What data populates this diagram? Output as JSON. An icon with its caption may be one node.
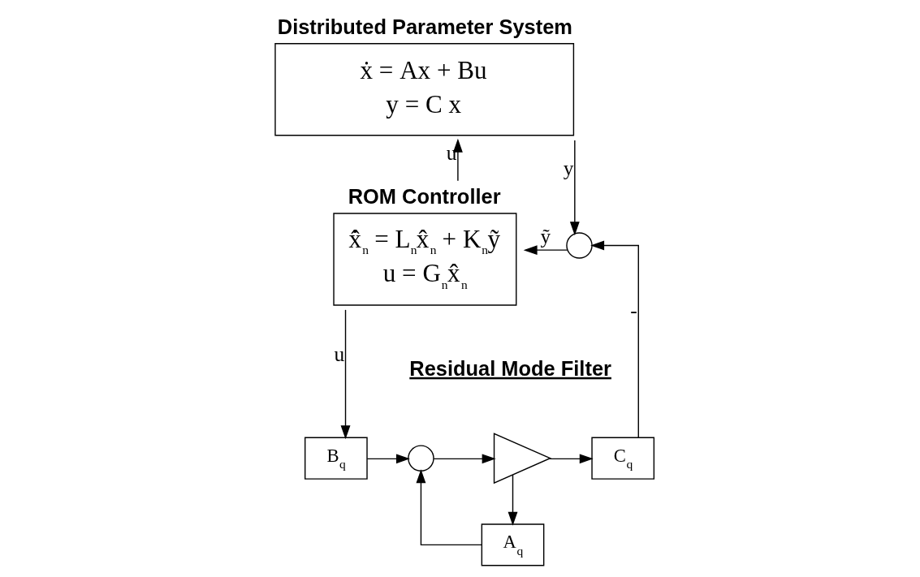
{
  "diagram": {
    "nodes": [
      {
        "text": [
          "Distributed Parameter System",
          "ẋ = Ax + Bu",
          "y = C x"
        ]
      },
      {
        "text": [
          "ROM Controller",
          "x̂̇$_{n}$ = L$_{n}$x̂$_{n}$ + K$_{n}$ỹ",
          "u = G$_{n}$x̂$_{n}$"
        ]
      },
      {
        "text": [],
        "shape": "circle"
      },
      {
        "text": [
          "B$_{q}$"
        ]
      },
      {
        "text": [],
        "shape": "circle"
      },
      {
        "text": [],
        "shape": "triangle"
      },
      {
        "text": [
          "C$_{q}$"
        ]
      },
      {
        "text": [
          "A$_{q}$"
        ]
      }
    ],
    "edges": [
      {
        "from": 1,
        "to": 0,
        "arrow": "to",
        "label": "u"
      },
      {
        "from": 0,
        "to": 2,
        "arrow": "to",
        "label": "y"
      },
      {
        "from": 2,
        "to": 1,
        "arrow": "to",
        "label": "ỹ"
      },
      {
        "from": 1,
        "to": 3,
        "arrow": "to",
        "label": "u"
      },
      {
        "from": 3,
        "to": 4,
        "arrow": "to"
      },
      {
        "from": 4,
        "to": 5,
        "arrow": "to"
      },
      {
        "from": 5,
        "to": 6,
        "arrow": "to"
      },
      {
        "from": 5,
        "to": 7,
        "arrow": "to"
      },
      {
        "from": 7,
        "to": 4,
        "arrow": "to"
      },
      {
        "from": 6,
        "to": 2,
        "arrow": "to",
        "label": "-"
      }
    ],
    "labels": [
      "Residual Mode Filter"
    ]
  }
}
